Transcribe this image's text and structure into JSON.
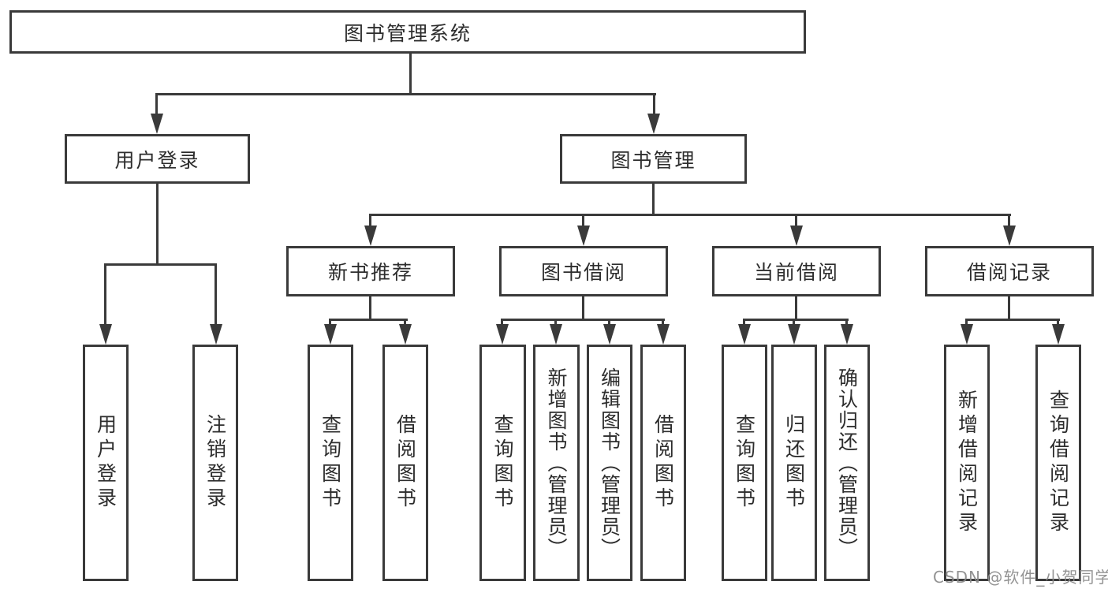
{
  "tree": {
    "label": "图书管理系统",
    "children": [
      {
        "label": "用户登录",
        "children": [
          {
            "label": "用户登录"
          },
          {
            "label": "注销登录"
          }
        ]
      },
      {
        "label": "图书管理",
        "children": [
          {
            "label": "新书推荐",
            "children": [
              {
                "label": "查询图书"
              },
              {
                "label": "借阅图书"
              }
            ]
          },
          {
            "label": "图书借阅",
            "children": [
              {
                "label": "查询图书"
              },
              {
                "label": "新增图书（管理员）"
              },
              {
                "label": "编辑图书（管理员）"
              },
              {
                "label": "借阅图书"
              }
            ]
          },
          {
            "label": "当前借阅",
            "children": [
              {
                "label": "查询图书"
              },
              {
                "label": "归还图书"
              },
              {
                "label": "确认归还（管理员）"
              }
            ]
          },
          {
            "label": "借阅记录",
            "children": [
              {
                "label": "新增借阅记录"
              },
              {
                "label": "查询借阅记录"
              }
            ]
          }
        ]
      }
    ]
  },
  "watermark": {
    "text": "CSDN @软件_小贺同学"
  },
  "colors": {
    "line": "#3a3a3a",
    "text": "#2d2d2d",
    "watermark": "#8a8a8a",
    "background": "#ffffff"
  }
}
